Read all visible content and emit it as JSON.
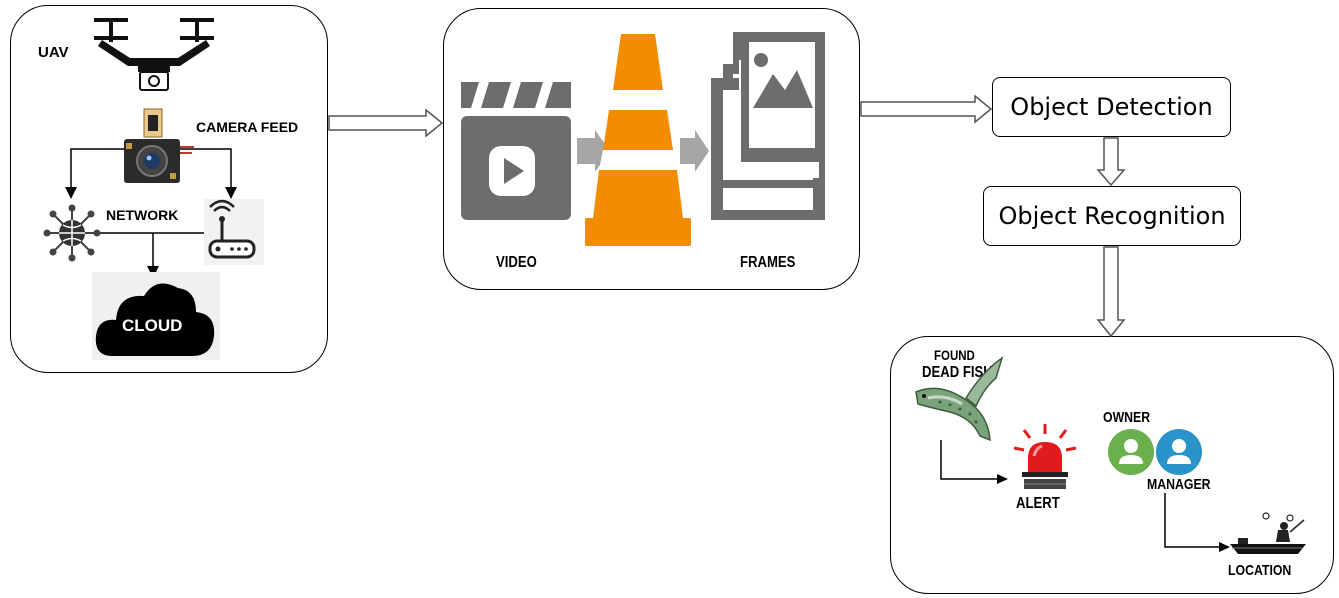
{
  "source_panel": {
    "uav_label": "UAV",
    "camera_feed_label": "CAMERA FEED",
    "network_label": "NETWORK",
    "cloud_label": "CLOUD"
  },
  "processing_panel": {
    "video_label": "VIDEO",
    "frames_label": "FRAMES"
  },
  "steps": {
    "detection": "Object Detection",
    "recognition": "Object Recognition"
  },
  "result_panel": {
    "found_label": "FOUND",
    "dead_fish_label": "DEAD FISH",
    "alert_label": "ALERT",
    "owner_label": "OWNER",
    "manager_label": "MANAGER",
    "location_label": "LOCATION"
  },
  "colors": {
    "vlc_orange": "#f28c00",
    "video_gray": "#6d6d6d",
    "alert_red": "#e01b1b",
    "owner_green": "#6ab04c",
    "manager_blue": "#2a93c9",
    "fish_green": "#7aa37a"
  },
  "icons": [
    "drone-icon",
    "camera-icon",
    "globe-network-icon",
    "router-icon",
    "cloud-icon",
    "video-clapper-icon",
    "vlc-cone-icon",
    "frames-icon",
    "dead-fish-icon",
    "siren-icon",
    "owner-avatar-icon",
    "manager-avatar-icon",
    "boat-icon"
  ]
}
